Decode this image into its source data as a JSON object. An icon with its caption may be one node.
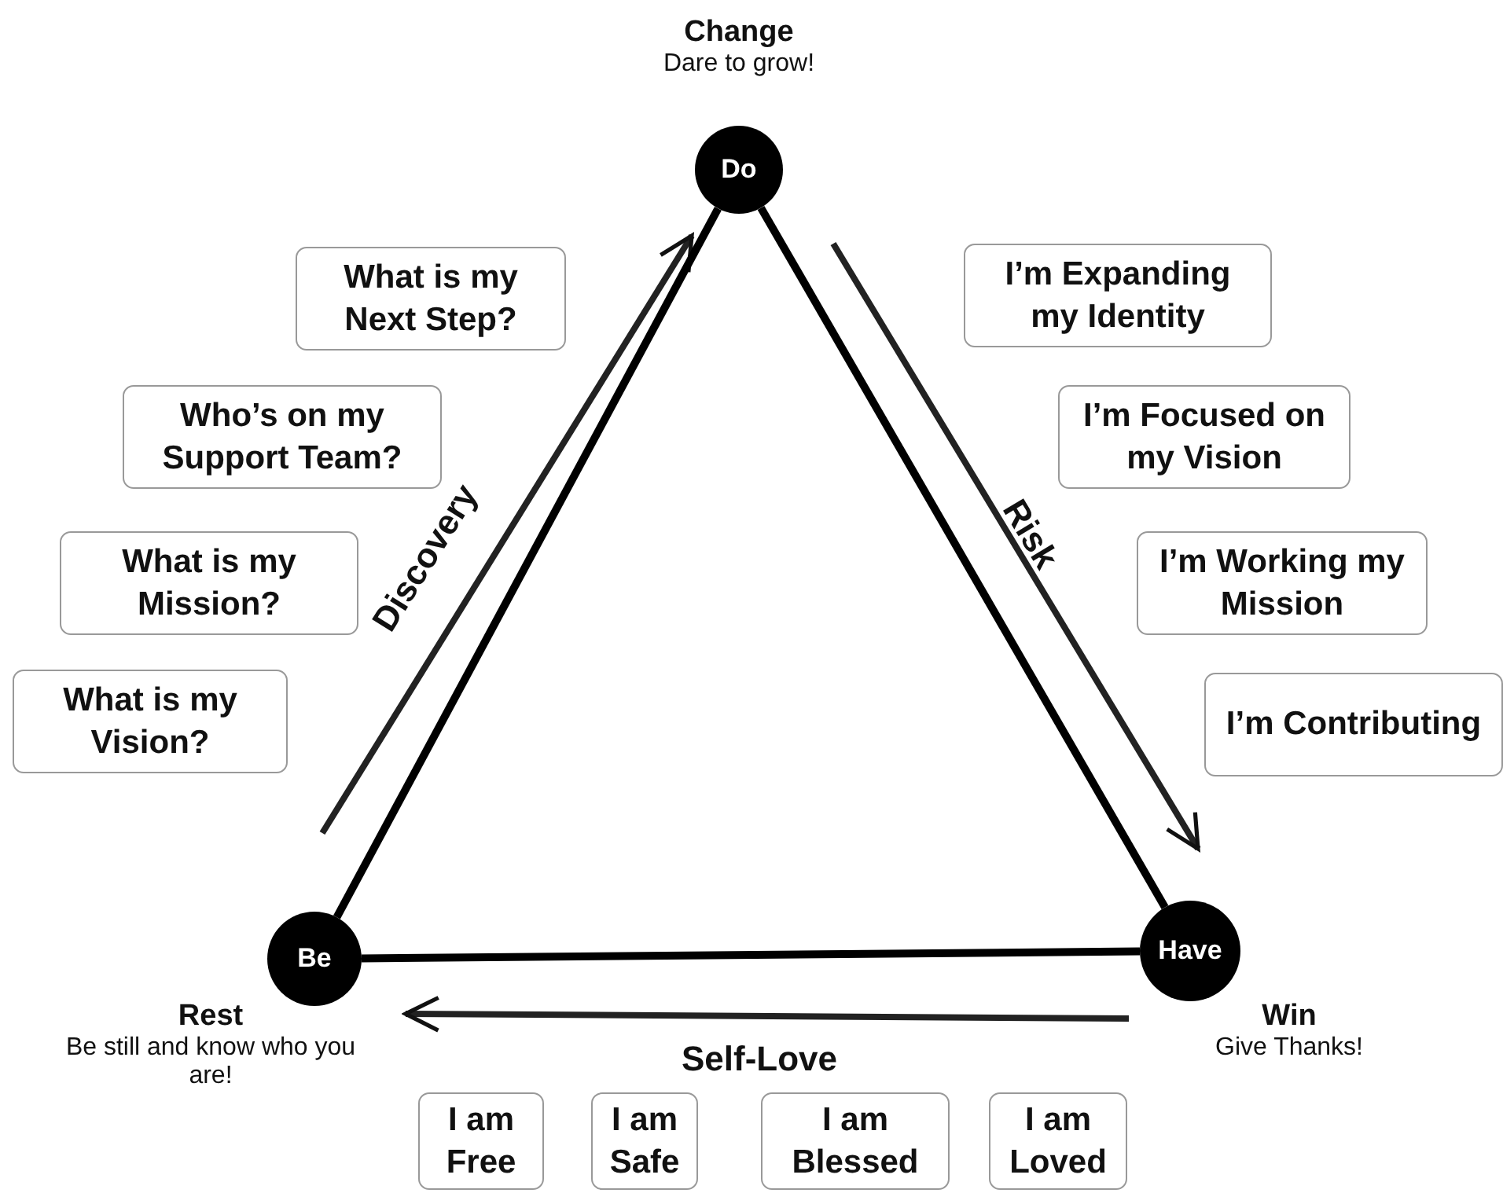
{
  "diagram": {
    "nodes": [
      {
        "text": [
          "Do"
        ],
        "beside": [
          "Change",
          "Dare to grow!"
        ]
      },
      {
        "text": [
          "What is my Next Step?"
        ]
      },
      {
        "text": [
          "Who’s on my Support Team?"
        ]
      },
      {
        "text": [
          "What is my Mission?"
        ]
      },
      {
        "text": [
          "What is my Vision?"
        ]
      },
      {
        "text": [
          "I’m Expanding my Identity"
        ]
      },
      {
        "text": [
          "I’m Focused on my Vision"
        ]
      },
      {
        "text": [
          "I’m Working my Mission"
        ]
      },
      {
        "text": [
          "I’m Contributing"
        ]
      },
      {
        "text": [
          "Be"
        ],
        "beside": [
          "Rest",
          "Be still and know who you are!"
        ]
      },
      {
        "text": [
          "Have"
        ],
        "beside": [
          "Win",
          "Give Thanks!"
        ]
      },
      {
        "text": [
          "I am Free"
        ]
      },
      {
        "text": [
          "I am Safe"
        ]
      },
      {
        "text": [
          "I am Blessed"
        ]
      },
      {
        "text": [
          "I am Loved"
        ]
      }
    ],
    "edges": [
      {
        "from": 0,
        "to": 10,
        "arrow": "none"
      },
      {
        "from": 10,
        "to": 9,
        "arrow": "none"
      },
      {
        "from": 9,
        "to": 0,
        "arrow": "none"
      }
    ],
    "labels": [
      "Discovery",
      "Risk",
      "Self-Love"
    ]
  }
}
